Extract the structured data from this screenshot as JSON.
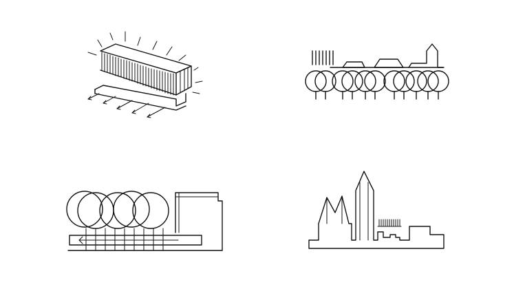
{
  "page": {
    "background": "#ffffff"
  },
  "colors": {
    "stroke": "#111111"
  },
  "panels": [
    {
      "id": "building-block",
      "icons": [
        "glowing-building-icon",
        "arrow-icons"
      ]
    },
    {
      "id": "tree-row-skyline",
      "icons": [
        "tree-icons",
        "roof-icons",
        "tower-icon"
      ]
    },
    {
      "id": "trees-over-building",
      "icons": [
        "tree-icons",
        "arrow-icon",
        "building-outline-icon"
      ]
    },
    {
      "id": "cathedral-skyline",
      "icons": [
        "spire-icons",
        "building-outline-icon"
      ]
    }
  ]
}
